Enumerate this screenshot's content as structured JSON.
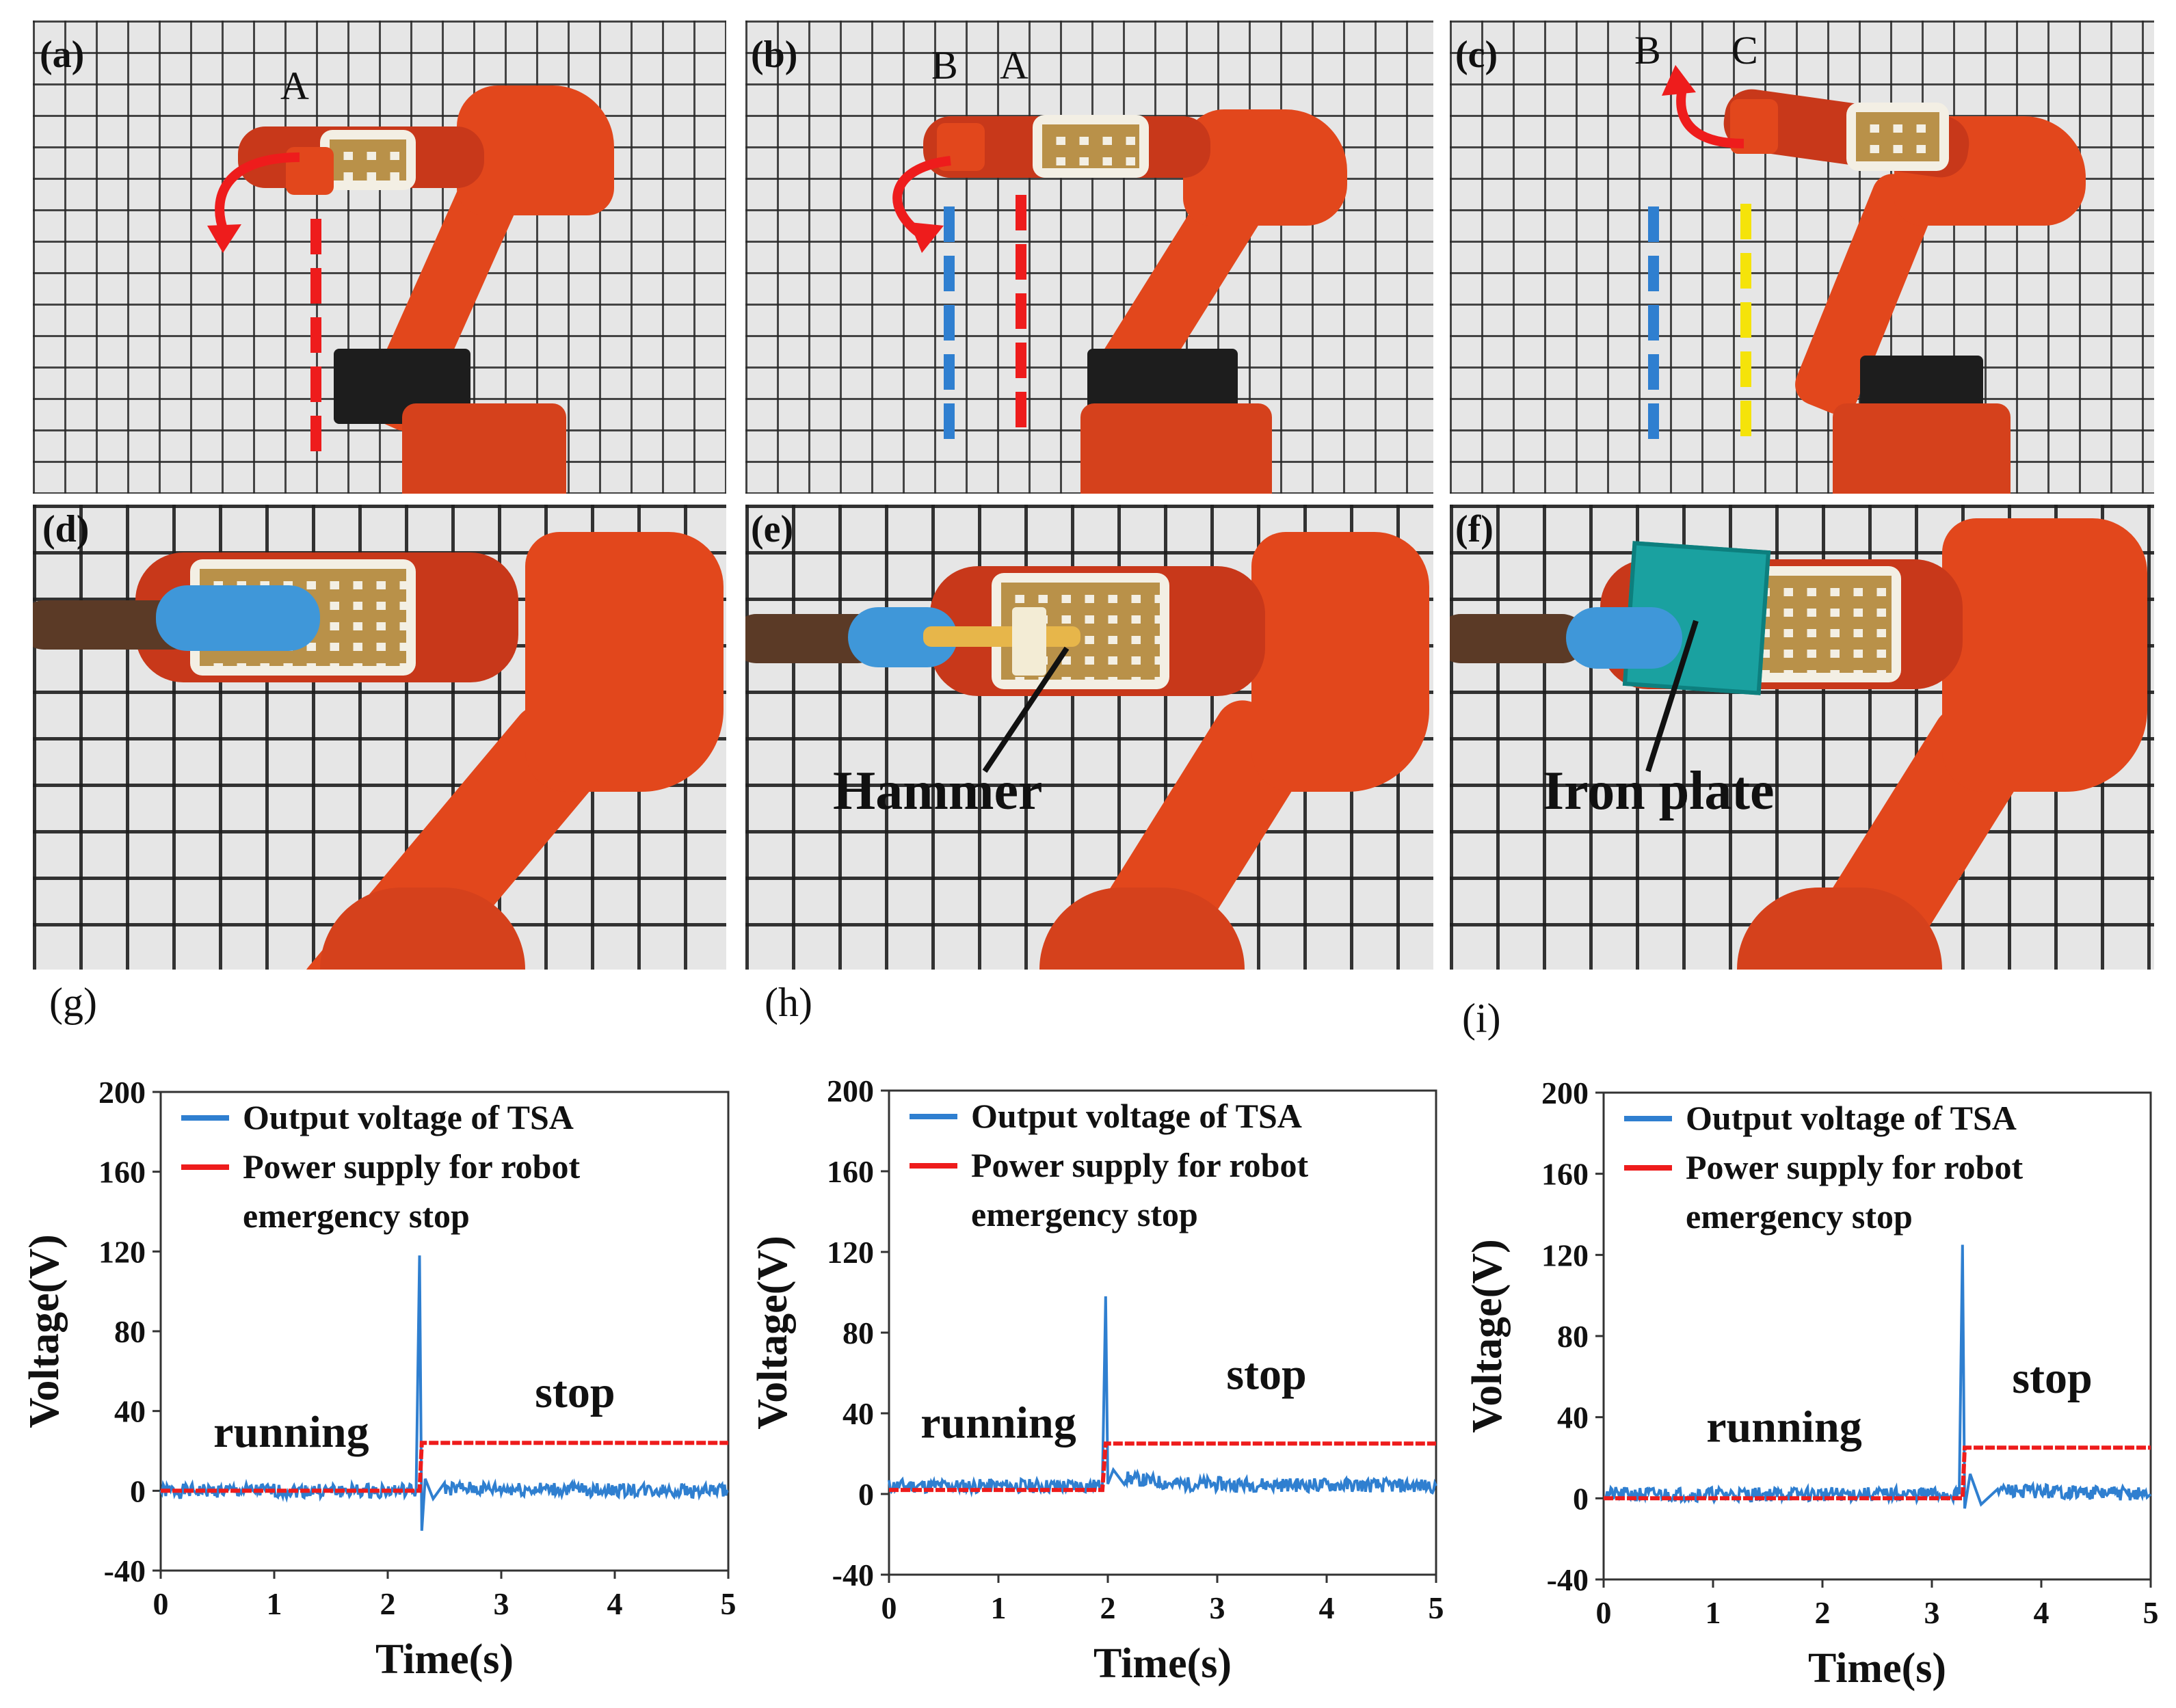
{
  "figure": {
    "panels": [
      {
        "tag": "(a)",
        "points": [
          "A"
        ]
      },
      {
        "tag": "(b)",
        "points": [
          "B",
          "A"
        ]
      },
      {
        "tag": "(c)",
        "points": [
          "B",
          "C"
        ]
      },
      {
        "tag": "(d)",
        "callout": ""
      },
      {
        "tag": "(e)",
        "callout": "Hammer"
      },
      {
        "tag": "(f)",
        "callout": "Iron plate"
      }
    ],
    "chart_tags": [
      "(g)",
      "(h)",
      "(i)"
    ],
    "colors": {
      "tsa": "#2f7fd0",
      "power": "#ee1c1c",
      "robot": "#e2471c",
      "dash_red": "#ee1c1c",
      "dash_blue": "#2f7fd0",
      "dash_yellow": "#f5e30a"
    }
  },
  "chart_data": [
    {
      "type": "line",
      "xlabel": "Time(s)",
      "ylabel": "Voltage(V)",
      "xlim": [
        0,
        5
      ],
      "ylim": [
        -40,
        200
      ],
      "xticks": [
        0,
        1,
        2,
        3,
        4,
        5
      ],
      "yticks": [
        -40,
        0,
        40,
        80,
        120,
        160,
        200
      ],
      "legend": {
        "placement": "top-left",
        "lines": [
          "Output voltage of TSA",
          "Power supply for robot",
          "emergency stop"
        ]
      },
      "annotations": [
        {
          "text": "running",
          "x": 1.15,
          "y": 22
        },
        {
          "text": "stop",
          "x": 3.65,
          "y": 42
        }
      ],
      "series": [
        {
          "name": "Output voltage of TSA",
          "color": "#2f7fd0",
          "points": [
            [
              0,
              0
            ],
            [
              2.25,
              0
            ],
            [
              2.28,
              118
            ],
            [
              2.3,
              -20
            ],
            [
              2.33,
              6
            ],
            [
              2.4,
              -4
            ],
            [
              2.5,
              1
            ],
            [
              5,
              0
            ]
          ]
        },
        {
          "name": "Power supply for robot emergency stop",
          "color": "#ee1c1c",
          "points": [
            [
              0,
              0
            ],
            [
              2.28,
              0
            ],
            [
              2.3,
              24
            ],
            [
              5,
              24
            ]
          ]
        }
      ]
    },
    {
      "type": "line",
      "xlabel": "Time(s)",
      "ylabel": "Voltage(V)",
      "xlim": [
        0,
        5
      ],
      "ylim": [
        -40,
        200
      ],
      "xticks": [
        0,
        1,
        2,
        3,
        4,
        5
      ],
      "yticks": [
        -40,
        0,
        40,
        80,
        120,
        160,
        200
      ],
      "legend": {
        "placement": "top-left",
        "lines": [
          "Output voltage of TSA",
          "Power supply for robot",
          "emergency stop"
        ]
      },
      "annotations": [
        {
          "text": "running",
          "x": 1.0,
          "y": 28
        },
        {
          "text": "stop",
          "x": 3.45,
          "y": 52
        }
      ],
      "series": [
        {
          "name": "Output voltage of TSA",
          "color": "#2f7fd0",
          "points": [
            [
              0,
              4
            ],
            [
              1.95,
              4
            ],
            [
              1.98,
              98
            ],
            [
              2.0,
              5
            ],
            [
              2.05,
              12
            ],
            [
              2.15,
              8
            ],
            [
              2.6,
              5
            ],
            [
              5,
              4
            ]
          ]
        },
        {
          "name": "Power supply for robot emergency stop",
          "color": "#ee1c1c",
          "points": [
            [
              0,
              2
            ],
            [
              1.95,
              2
            ],
            [
              1.98,
              25
            ],
            [
              5,
              25
            ]
          ]
        }
      ]
    },
    {
      "type": "line",
      "xlabel": "Time(s)",
      "ylabel": "Voltage(V)",
      "xlim": [
        0,
        5
      ],
      "ylim": [
        -40,
        200
      ],
      "xticks": [
        0,
        1,
        2,
        3,
        4,
        5
      ],
      "yticks": [
        -40,
        0,
        40,
        80,
        120,
        160,
        200
      ],
      "legend": {
        "placement": "top-left",
        "lines": [
          "Output voltage of TSA",
          "Power supply for robot",
          "emergency stop"
        ]
      },
      "annotations": [
        {
          "text": "running",
          "x": 1.65,
          "y": 28
        },
        {
          "text": "stop",
          "x": 4.1,
          "y": 52
        }
      ],
      "series": [
        {
          "name": "Output voltage of TSA",
          "color": "#2f7fd0",
          "points": [
            [
              0,
              2
            ],
            [
              3.25,
              2
            ],
            [
              3.28,
              125
            ],
            [
              3.3,
              -5
            ],
            [
              3.35,
              12
            ],
            [
              3.45,
              -3
            ],
            [
              3.6,
              4
            ],
            [
              5,
              2
            ]
          ]
        },
        {
          "name": "Power supply for robot emergency stop",
          "color": "#ee1c1c",
          "points": [
            [
              0,
              0
            ],
            [
              3.28,
              0
            ],
            [
              3.3,
              25
            ],
            [
              5,
              25
            ]
          ]
        }
      ]
    }
  ]
}
